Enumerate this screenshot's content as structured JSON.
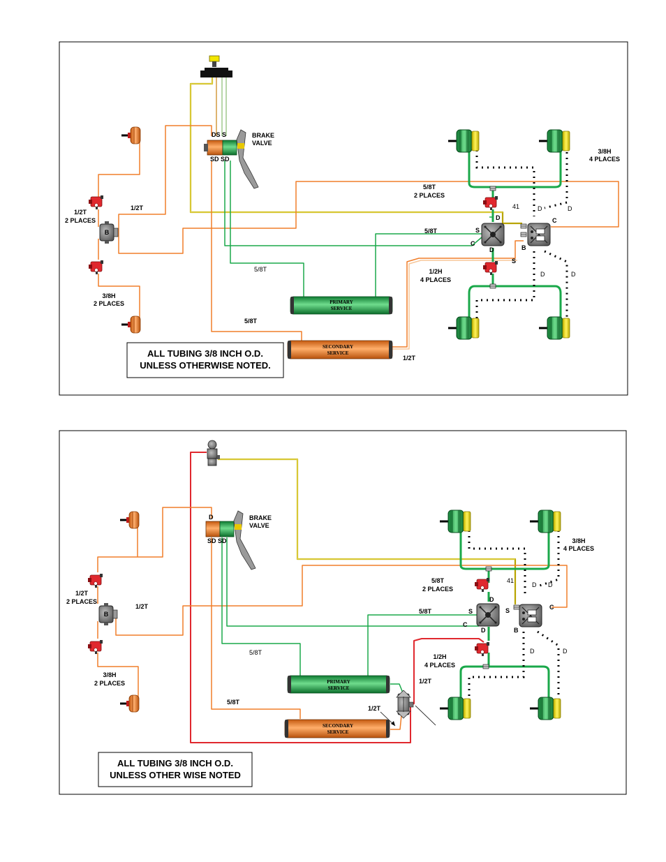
{
  "diagram1": {
    "brake_valve_label": [
      "BRAKE",
      "VALVE"
    ],
    "valve_top_ports": "DS S",
    "valve_bottom_ports": "SD SD",
    "primary_tank": [
      "PRIMARY",
      "SERVICE"
    ],
    "secondary_tank": [
      "SECONDARY",
      "SERVICE"
    ],
    "note": [
      "ALL TUBING 3/8 INCH O.D.",
      "UNLESS OTHERWISE NOTED."
    ],
    "labels": {
      "front_half_tube": [
        "1/2T",
        "2 PLACES"
      ],
      "front_tube_single": "1/2T",
      "front_hose": [
        "3/8H",
        "2 PLACES"
      ],
      "rear_hose_top": [
        "3/8H",
        "4 PLACES"
      ],
      "five_eighths_two": [
        "5/8T",
        "2 PLACES"
      ],
      "five_eighths_mid": "5/8T",
      "five_eighths_primary": "5/8T",
      "five_eighths_secondary": "5/8T",
      "half_hose_four": [
        "1/2H",
        "4 PLACES"
      ],
      "half_tube_bottom": "1/2T",
      "port_41": "41",
      "port_D": "D",
      "port_S": "S",
      "port_C": "C",
      "port_B": "B"
    }
  },
  "diagram2": {
    "brake_valve_label": [
      "BRAKE",
      "VALVE"
    ],
    "valve_top_ports": "D",
    "valve_bottom_ports": "SD SD",
    "primary_tank": [
      "PRIMARY",
      "SERVICE"
    ],
    "secondary_tank": [
      "SECONDARY",
      "SERVICE"
    ],
    "note": [
      "ALL TUBING 3/8 INCH O.D.",
      "UNLESS OTHER WISE NOTED"
    ],
    "labels": {
      "front_half_tube": [
        "1/2T",
        "2 PLACES"
      ],
      "front_tube_single": "1/2T",
      "front_hose": [
        "3/8H",
        "2 PLACES"
      ],
      "rear_hose_top": [
        "3/8H",
        "4 PLACES"
      ],
      "five_eighths_two": [
        "5/8T",
        "2 PLACES"
      ],
      "five_eighths_mid": "5/8T",
      "five_eighths_primary": "5/8T",
      "five_eighths_secondary": "5/8T",
      "half_hose_four": [
        "1/2H",
        "4 PLACES"
      ],
      "half_tube_right": "1/2T",
      "half_tube_lower": "1/2T",
      "port_41": "41",
      "port_D": "D",
      "port_S": "S",
      "port_C": "C",
      "port_B": "B"
    }
  },
  "colors": {
    "green": "#1aa84a",
    "orange": "#f07e2a",
    "yellow": "#f2e600",
    "red": "#e0282e",
    "gray": "#8a8a8a",
    "dark": "#333333"
  }
}
